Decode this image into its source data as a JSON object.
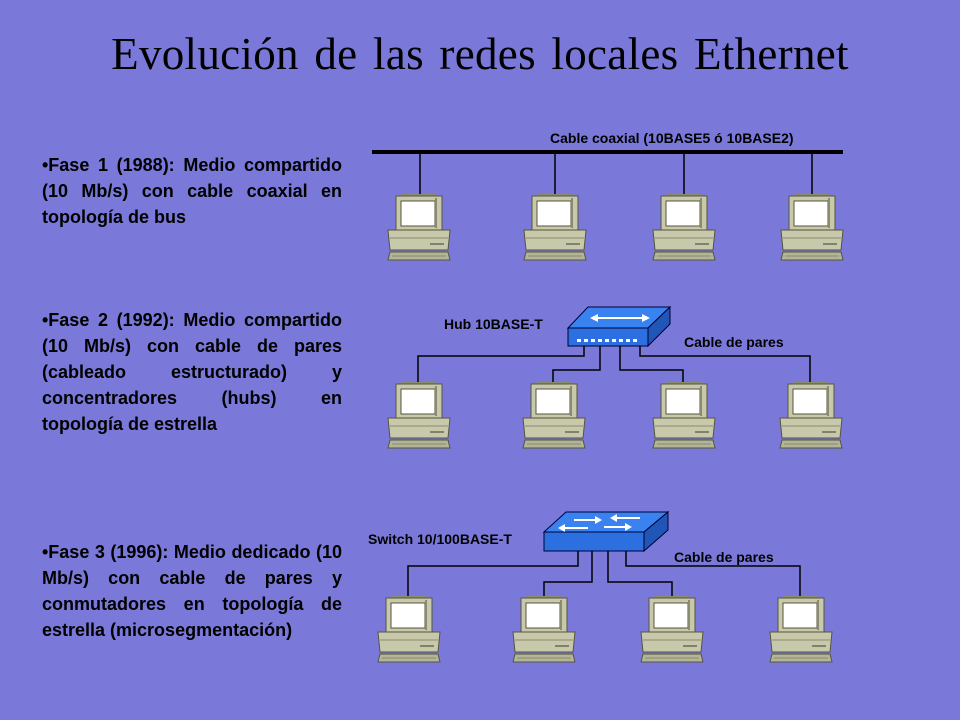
{
  "title": "Evolución de las redes locales Ethernet",
  "phases": [
    {
      "text": "•Fase 1 (1988): Medio compartido (10 Mb/s) con cable coaxial en topología de bus"
    },
    {
      "text": "•Fase 2 (1992): Medio compartido (10 Mb/s) con cable de pares (cableado estructurado) y concentradores (hubs) en topología de estrella"
    },
    {
      "text": "•Fase 3 (1996): Medio dedicado (10 Mb/s) con cable de pares y conmutadores en topología de estrella (microsegmentación)"
    }
  ],
  "labels": {
    "coax": "Cable coaxial (10BASE5 ó 10BASE2)",
    "hub": "Hub 10BASE-T",
    "hub_cable": "Cable de pares",
    "switch": "Switch 10/100BASE-T",
    "switch_cable": "Cable de pares"
  },
  "colors": {
    "background": "#7a79d9",
    "computer": "#c8c8aa",
    "device": "#2b6fe0"
  }
}
